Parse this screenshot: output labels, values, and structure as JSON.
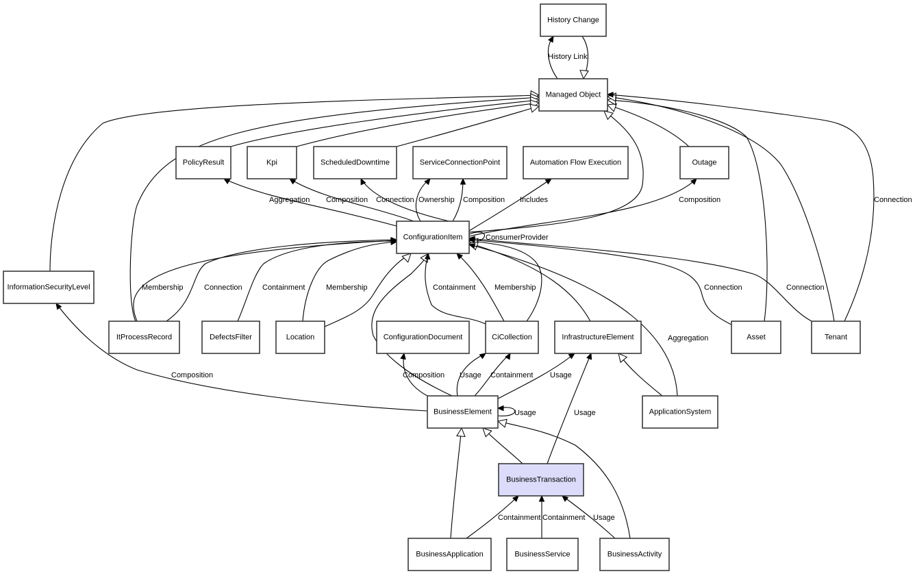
{
  "diagram": {
    "title": "Configuration Item Relationship Model",
    "nodes": [
      {
        "id": "history_change",
        "label": "History Change"
      },
      {
        "id": "managed_object",
        "label": "Managed Object"
      },
      {
        "id": "policy_result",
        "label": "PolicyResult"
      },
      {
        "id": "kpi",
        "label": "Kpi"
      },
      {
        "id": "scheduled_downtime",
        "label": "ScheduledDowntime"
      },
      {
        "id": "service_connection_point",
        "label": "ServiceConnectionPoint"
      },
      {
        "id": "automation_flow_execution",
        "label": "Automation Flow Execution"
      },
      {
        "id": "outage",
        "label": "Outage"
      },
      {
        "id": "configuration_item",
        "label": "ConfigurationItem"
      },
      {
        "id": "information_security_level",
        "label": "InformationSecurityLevel"
      },
      {
        "id": "it_process_record",
        "label": "ItProcessRecord"
      },
      {
        "id": "defects_filter",
        "label": "DefectsFilter"
      },
      {
        "id": "location",
        "label": "Location"
      },
      {
        "id": "configuration_document",
        "label": "ConfigurationDocument"
      },
      {
        "id": "ci_collection",
        "label": "CiCollection"
      },
      {
        "id": "infrastructure_element",
        "label": "InfrastructureElement"
      },
      {
        "id": "asset",
        "label": "Asset"
      },
      {
        "id": "tenant",
        "label": "Tenant"
      },
      {
        "id": "business_element",
        "label": "BusinessElement"
      },
      {
        "id": "application_system",
        "label": "ApplicationSystem"
      },
      {
        "id": "business_transaction",
        "label": "BusinessTransaction",
        "highlighted": true
      },
      {
        "id": "business_application",
        "label": "BusinessApplication"
      },
      {
        "id": "business_service",
        "label": "BusinessService"
      },
      {
        "id": "business_activity",
        "label": "BusinessActivity"
      }
    ],
    "edges": [
      {
        "from": "managed_object",
        "to": "history_change",
        "label": "History Link",
        "type": "association"
      },
      {
        "from": "history_change",
        "to": "managed_object",
        "label": "",
        "type": "inheritance"
      },
      {
        "from": "information_security_level",
        "to": "managed_object",
        "label": "",
        "type": "inheritance"
      },
      {
        "from": "it_process_record",
        "to": "managed_object",
        "label": "",
        "type": "inheritance"
      },
      {
        "from": "policy_result",
        "to": "managed_object",
        "label": "",
        "type": "inheritance"
      },
      {
        "from": "kpi",
        "to": "managed_object",
        "label": "",
        "type": "inheritance"
      },
      {
        "from": "scheduled_downtime",
        "to": "managed_object",
        "label": "",
        "type": "inheritance"
      },
      {
        "from": "configuration_item",
        "to": "managed_object",
        "label": "",
        "type": "inheritance"
      },
      {
        "from": "outage",
        "to": "managed_object",
        "label": "",
        "type": "inheritance"
      },
      {
        "from": "asset",
        "to": "managed_object",
        "label": "",
        "type": "inheritance"
      },
      {
        "from": "tenant",
        "to": "managed_object",
        "label": "",
        "type": "inheritance"
      },
      {
        "from": "tenant",
        "to": "managed_object",
        "label": "Connection",
        "type": "association"
      },
      {
        "from": "configuration_item",
        "to": "policy_result",
        "label": "Aggregation",
        "type": "association"
      },
      {
        "from": "configuration_item",
        "to": "kpi",
        "label": "Composition",
        "type": "association"
      },
      {
        "from": "configuration_item",
        "to": "scheduled_downtime",
        "label": "Connection",
        "type": "association"
      },
      {
        "from": "configuration_item",
        "to": "service_connection_point",
        "label": "Ownership",
        "type": "association"
      },
      {
        "from": "configuration_item",
        "to": "service_connection_point",
        "label": "Composition",
        "type": "association"
      },
      {
        "from": "configuration_item",
        "to": "automation_flow_execution",
        "label": "Includes",
        "type": "association"
      },
      {
        "from": "configuration_item",
        "to": "outage",
        "label": "Composition",
        "type": "association"
      },
      {
        "from": "configuration_item",
        "to": "configuration_item",
        "label": "ConsumerProvider",
        "type": "association"
      },
      {
        "from": "it_process_record",
        "to": "configuration_item",
        "label": "Membership",
        "type": "association"
      },
      {
        "from": "it_process_record",
        "to": "configuration_item",
        "label": "Connection",
        "type": "association"
      },
      {
        "from": "defects_filter",
        "to": "configuration_item",
        "label": "Containment",
        "type": "association"
      },
      {
        "from": "location",
        "to": "configuration_item",
        "label": "Membership",
        "type": "association"
      },
      {
        "from": "location",
        "to": "configuration_item",
        "label": "",
        "type": "inheritance"
      },
      {
        "from": "business_element",
        "to": "configuration_item",
        "label": "",
        "type": "inheritance"
      },
      {
        "from": "ci_collection",
        "to": "configuration_item",
        "label": "Containment",
        "type": "association"
      },
      {
        "from": "ci_collection",
        "to": "configuration_item",
        "label": "Membership",
        "type": "association"
      },
      {
        "from": "ci_collection",
        "to": "configuration_item",
        "label": "",
        "type": "inheritance"
      },
      {
        "from": "infrastructure_element",
        "to": "configuration_item",
        "label": "",
        "type": "inheritance"
      },
      {
        "from": "application_system",
        "to": "configuration_item",
        "label": "Aggregation",
        "type": "association"
      },
      {
        "from": "asset",
        "to": "configuration_item",
        "label": "Connection",
        "type": "association"
      },
      {
        "from": "tenant",
        "to": "configuration_item",
        "label": "Connection",
        "type": "association"
      },
      {
        "from": "business_element",
        "to": "information_security_level",
        "label": "Composition",
        "type": "association"
      },
      {
        "from": "business_element",
        "to": "configuration_document",
        "label": "Composition",
        "type": "association"
      },
      {
        "from": "business_element",
        "to": "ci_collection",
        "label": "Usage",
        "type": "association"
      },
      {
        "from": "business_element",
        "to": "ci_collection",
        "label": "Containment",
        "type": "association"
      },
      {
        "from": "business_element",
        "to": "infrastructure_element",
        "label": "Usage",
        "type": "association"
      },
      {
        "from": "business_element",
        "to": "business_element",
        "label": "Usage",
        "type": "association"
      },
      {
        "from": "application_system",
        "to": "infrastructure_element",
        "label": "",
        "type": "inheritance"
      },
      {
        "from": "business_transaction",
        "to": "infrastructure_element",
        "label": "Usage",
        "type": "association"
      },
      {
        "from": "business_transaction",
        "to": "business_element",
        "label": "",
        "type": "inheritance"
      },
      {
        "from": "business_application",
        "to": "business_element",
        "label": "",
        "type": "inheritance"
      },
      {
        "from": "business_activity",
        "to": "business_element",
        "label": "",
        "type": "inheritance"
      },
      {
        "from": "business_application",
        "to": "business_transaction",
        "label": "Containment",
        "type": "association"
      },
      {
        "from": "business_service",
        "to": "business_transaction",
        "label": "Containment",
        "type": "association"
      },
      {
        "from": "business_activity",
        "to": "business_transaction",
        "label": "Usage",
        "type": "association"
      }
    ]
  }
}
